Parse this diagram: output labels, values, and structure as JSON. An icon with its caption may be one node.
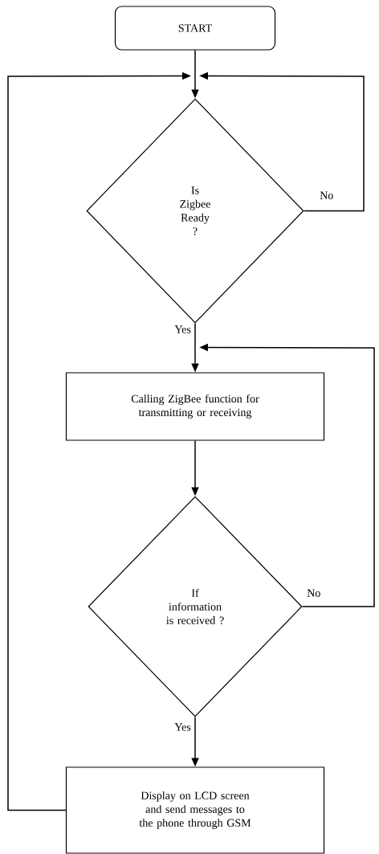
{
  "diagram": {
    "nodes": [
      {
        "text": [
          "START"
        ]
      },
      {
        "text": [
          "Is Zigbee Ready ?"
        ]
      },
      {
        "text": [
          "Calling ZigBee function for transmitting or receiving"
        ]
      },
      {
        "text": [
          "If information is received ?"
        ]
      },
      {
        "text": [
          "Display on LCD screen and send messages to the phone through GSM"
        ]
      }
    ],
    "edges": [
      {
        "from": 0,
        "to": 1,
        "arrow": "to"
      },
      {
        "from": 1,
        "to": 1,
        "arrow": "to",
        "label": "No"
      },
      {
        "from": 1,
        "to": 2,
        "arrow": "to",
        "label": "Yes"
      },
      {
        "from": 3,
        "to": 2,
        "arrow": "to",
        "label": "No"
      },
      {
        "from": 2,
        "to": 3,
        "arrow": "to"
      },
      {
        "from": 3,
        "to": 4,
        "arrow": "to",
        "label": "Yes"
      },
      {
        "from": 4,
        "to": 1,
        "arrow": "to"
      }
    ]
  }
}
